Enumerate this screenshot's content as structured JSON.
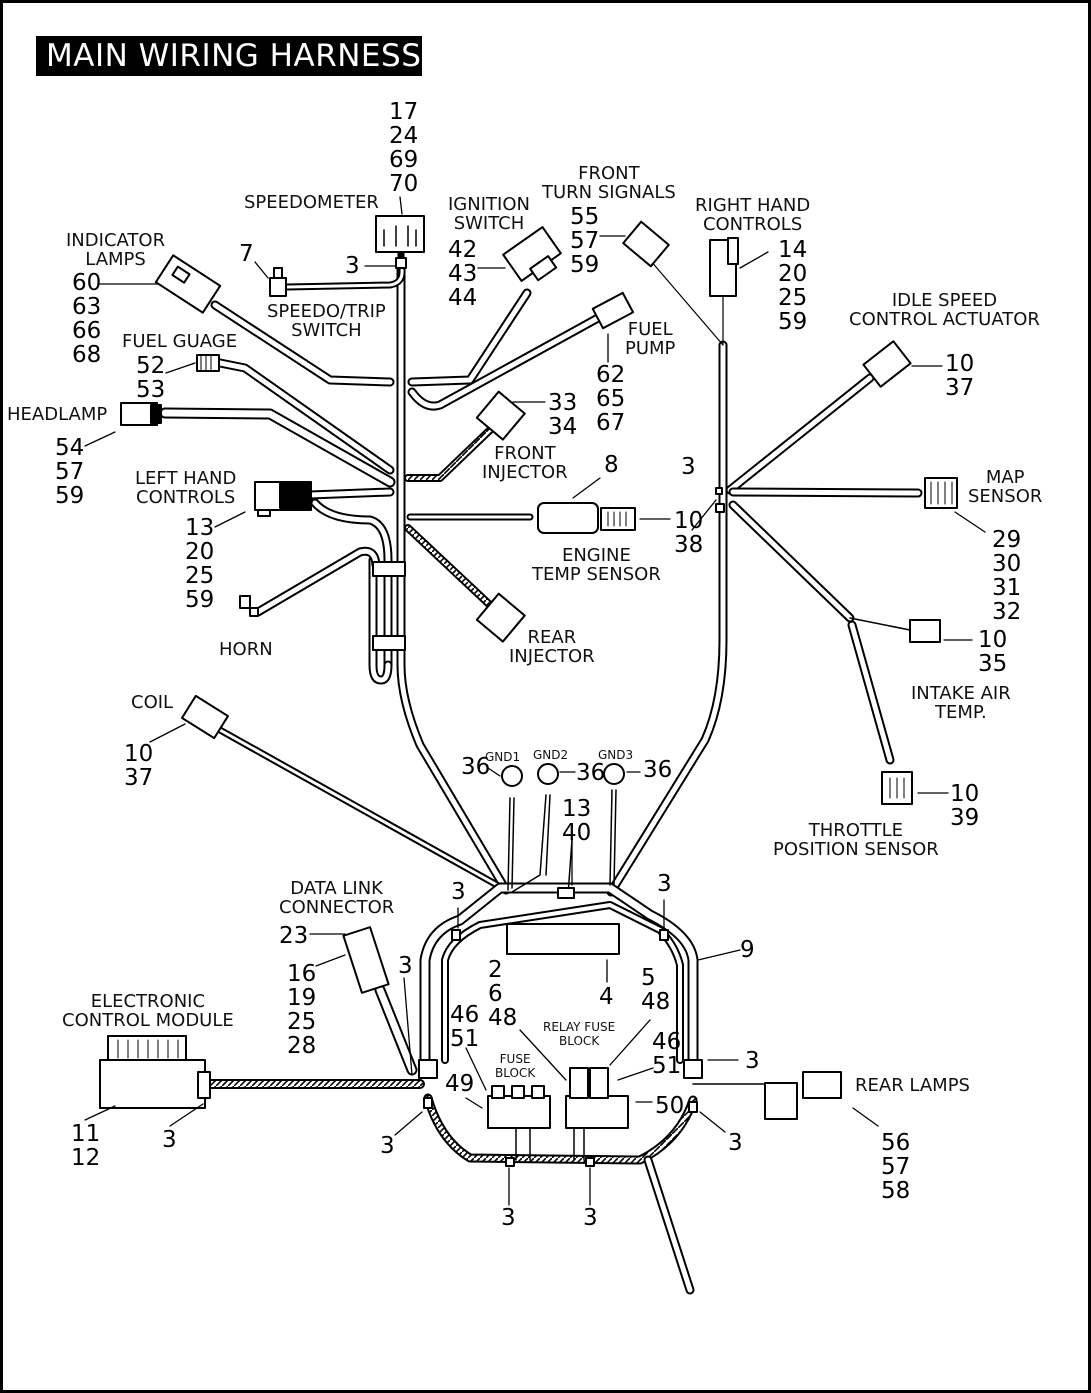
{
  "title": "MAIN WIRING HARNESS",
  "components": {
    "speedometer": "SPEEDOMETER",
    "speedo_trip_switch": "SPEEDO/TRIP\nSWITCH",
    "indicator_lamps": "INDICATOR\nLAMPS",
    "ignition_switch": "IGNITION\nSWITCH",
    "front_turn_signals": "FRONT\nTURN SIGNALS",
    "right_hand_controls": "RIGHT HAND\nCONTROLS",
    "fuel_pump": "FUEL\nPUMP",
    "fuel_gauge": "FUEL GUAGE",
    "headlamp": "HEADLAMP",
    "idle_speed_control_actuator": "IDLE SPEED\nCONTROL ACTUATOR",
    "front_injector": "FRONT\nINJECTOR",
    "left_hand_controls": "LEFT HAND\nCONTROLS",
    "map_sensor": "MAP\nSENSOR",
    "engine_temp_sensor": "ENGINE\nTEMP SENSOR",
    "horn": "HORN",
    "rear_injector": "REAR\nINJECTOR",
    "coil": "COIL",
    "intake_air_temp": "INTAKE AIR\nTEMP.",
    "throttle_position_sensor": "THROTTLE\nPOSITION SENSOR",
    "gnd1": "GND1",
    "gnd2": "GND2",
    "gnd3": "GND3",
    "data_link_connector": "DATA LINK\nCONNECTOR",
    "electronic_control_module": "ELECTRONIC\nCONTROL MODULE",
    "relay_fuse_block": "RELAY FUSE\nBLOCK",
    "fuse_block": "FUSE\nBLOCK",
    "rear_lamps": "REAR LAMPS"
  },
  "callouts": {
    "speedometer_nums": "17\n24\n69\n70",
    "speedo_clip": "3",
    "speedo_trip_num": "7",
    "indicator_nums": "60\n63\n66\n68",
    "ignition_nums": "42\n43\n44",
    "turn_signal_nums": "55\n57\n59",
    "right_hand_nums": "14\n20\n25\n59",
    "fuel_pump_nums": "62\n65\n67",
    "fuel_gauge_nums": "52\n53",
    "headlamp_nums": "54\n57\n59",
    "idle_speed_nums": "10\n37",
    "front_injector_nums": "33\n34",
    "engine_temp_top": "8",
    "right_clip": "3",
    "left_hand_nums": "13\n20\n25\n59",
    "engine_temp_nums": "10\n38",
    "map_nums": "29\n30\n31\n32",
    "intake_nums": "10\n35",
    "coil_nums": "10\n37",
    "gnd1_num": "36",
    "gnd2_num": "36",
    "gnd3_num": "36",
    "ground_strap_nums": "13\n40",
    "tps_nums": "10\n39",
    "clip_upper_left": "3",
    "clip_upper_right": "3",
    "harness_num": "9",
    "data_link_num": "23",
    "data_link_nums": "16\n19\n25\n28",
    "clip_dlc": "3",
    "relay_left_nums": "2\n6\n48",
    "ecm_cover_num": "4",
    "relay_right_nums": "5\n48",
    "fuse_left_nums": "46\n51",
    "fuse_right_nums": "46\n51",
    "clip_right_mid": "3",
    "fuse_block_num": "49",
    "relay_block_num": "50",
    "ecm_nums": "11\n12",
    "ecm_clip": "3",
    "clip_lower_left": "3",
    "clip_lower_right": "3",
    "clip_bottom_left": "3",
    "clip_bottom_right": "3",
    "rear_lamps_nums": "56\n57\n58"
  }
}
